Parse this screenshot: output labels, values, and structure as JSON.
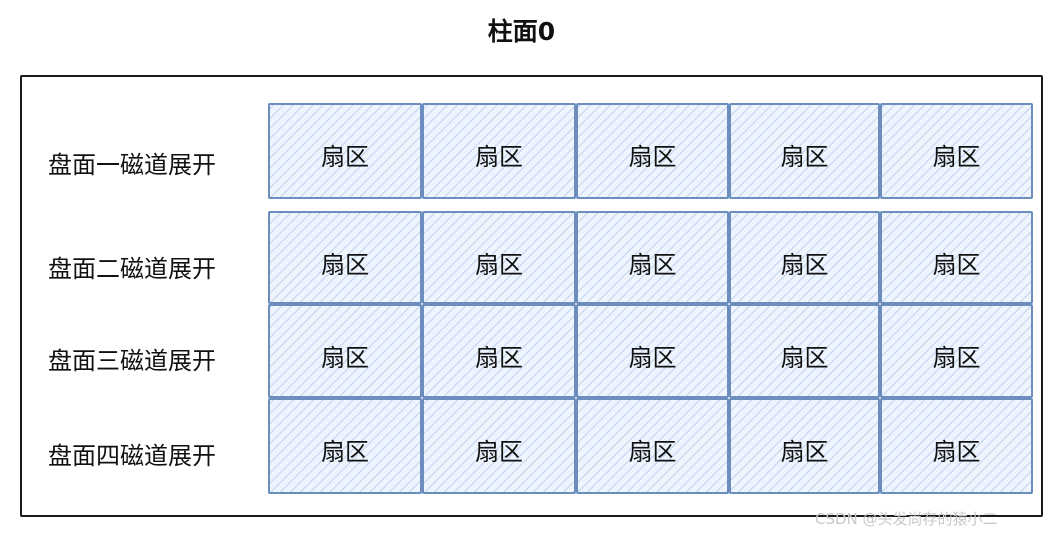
{
  "title": "柱面0",
  "rows": [
    {
      "label": "盘面一磁道展开",
      "cells": [
        "扇区",
        "扇区",
        "扇区",
        "扇区",
        "扇区"
      ]
    },
    {
      "label": "盘面二磁道展开",
      "cells": [
        "扇区",
        "扇区",
        "扇区",
        "扇区",
        "扇区"
      ]
    },
    {
      "label": "盘面三磁道展开",
      "cells": [
        "扇区",
        "扇区",
        "扇区",
        "扇区",
        "扇区"
      ]
    },
    {
      "label": "盘面四磁道展开",
      "cells": [
        "扇区",
        "扇区",
        "扇区",
        "扇区",
        "扇区"
      ]
    }
  ],
  "watermark": "CSDN @头发尚存的猿小二",
  "colors": {
    "cell_fill": "#dae8fc",
    "cell_stroke": "#6c8ebf",
    "outline": "#1a1a1a"
  }
}
